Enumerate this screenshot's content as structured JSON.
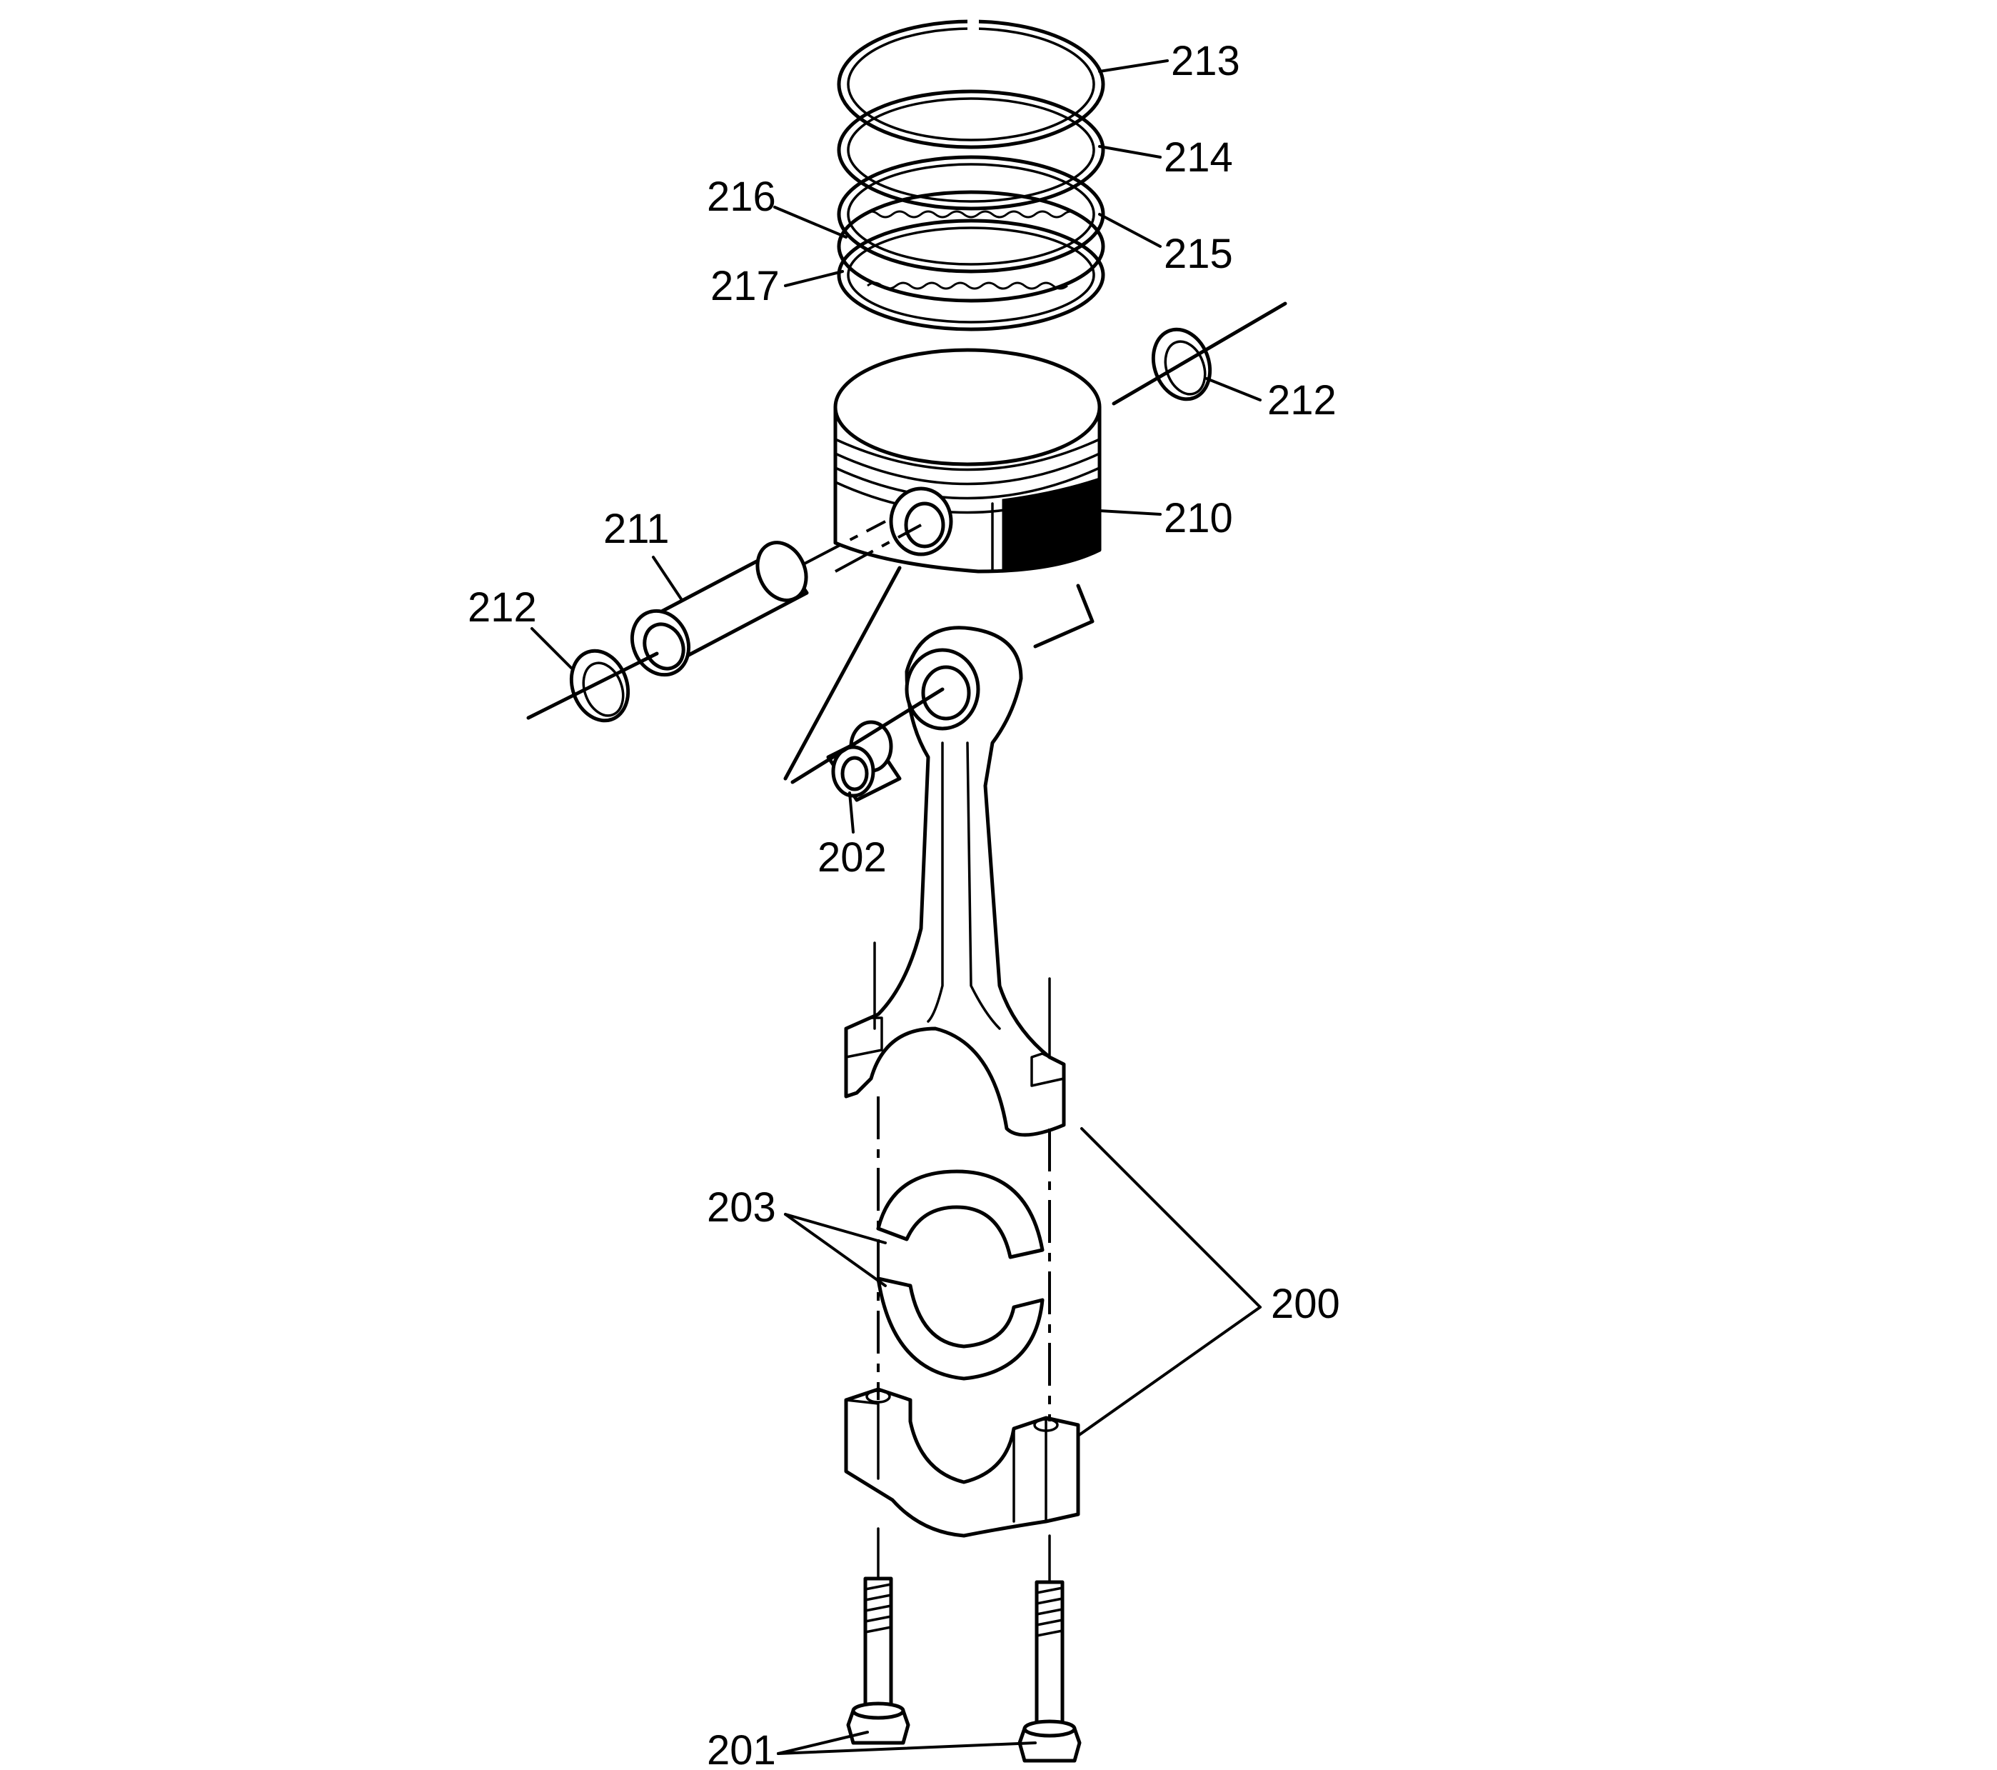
{
  "callouts": {
    "c200": "200",
    "c201": "201",
    "c202": "202",
    "c203": "203",
    "c210": "210",
    "c211": "211",
    "c212_left": "212",
    "c212_right": "212",
    "c213": "213",
    "c214": "214",
    "c215": "215",
    "c216": "216",
    "c217": "217"
  },
  "colors": {
    "ink": "#000000",
    "paper": "#ffffff"
  }
}
